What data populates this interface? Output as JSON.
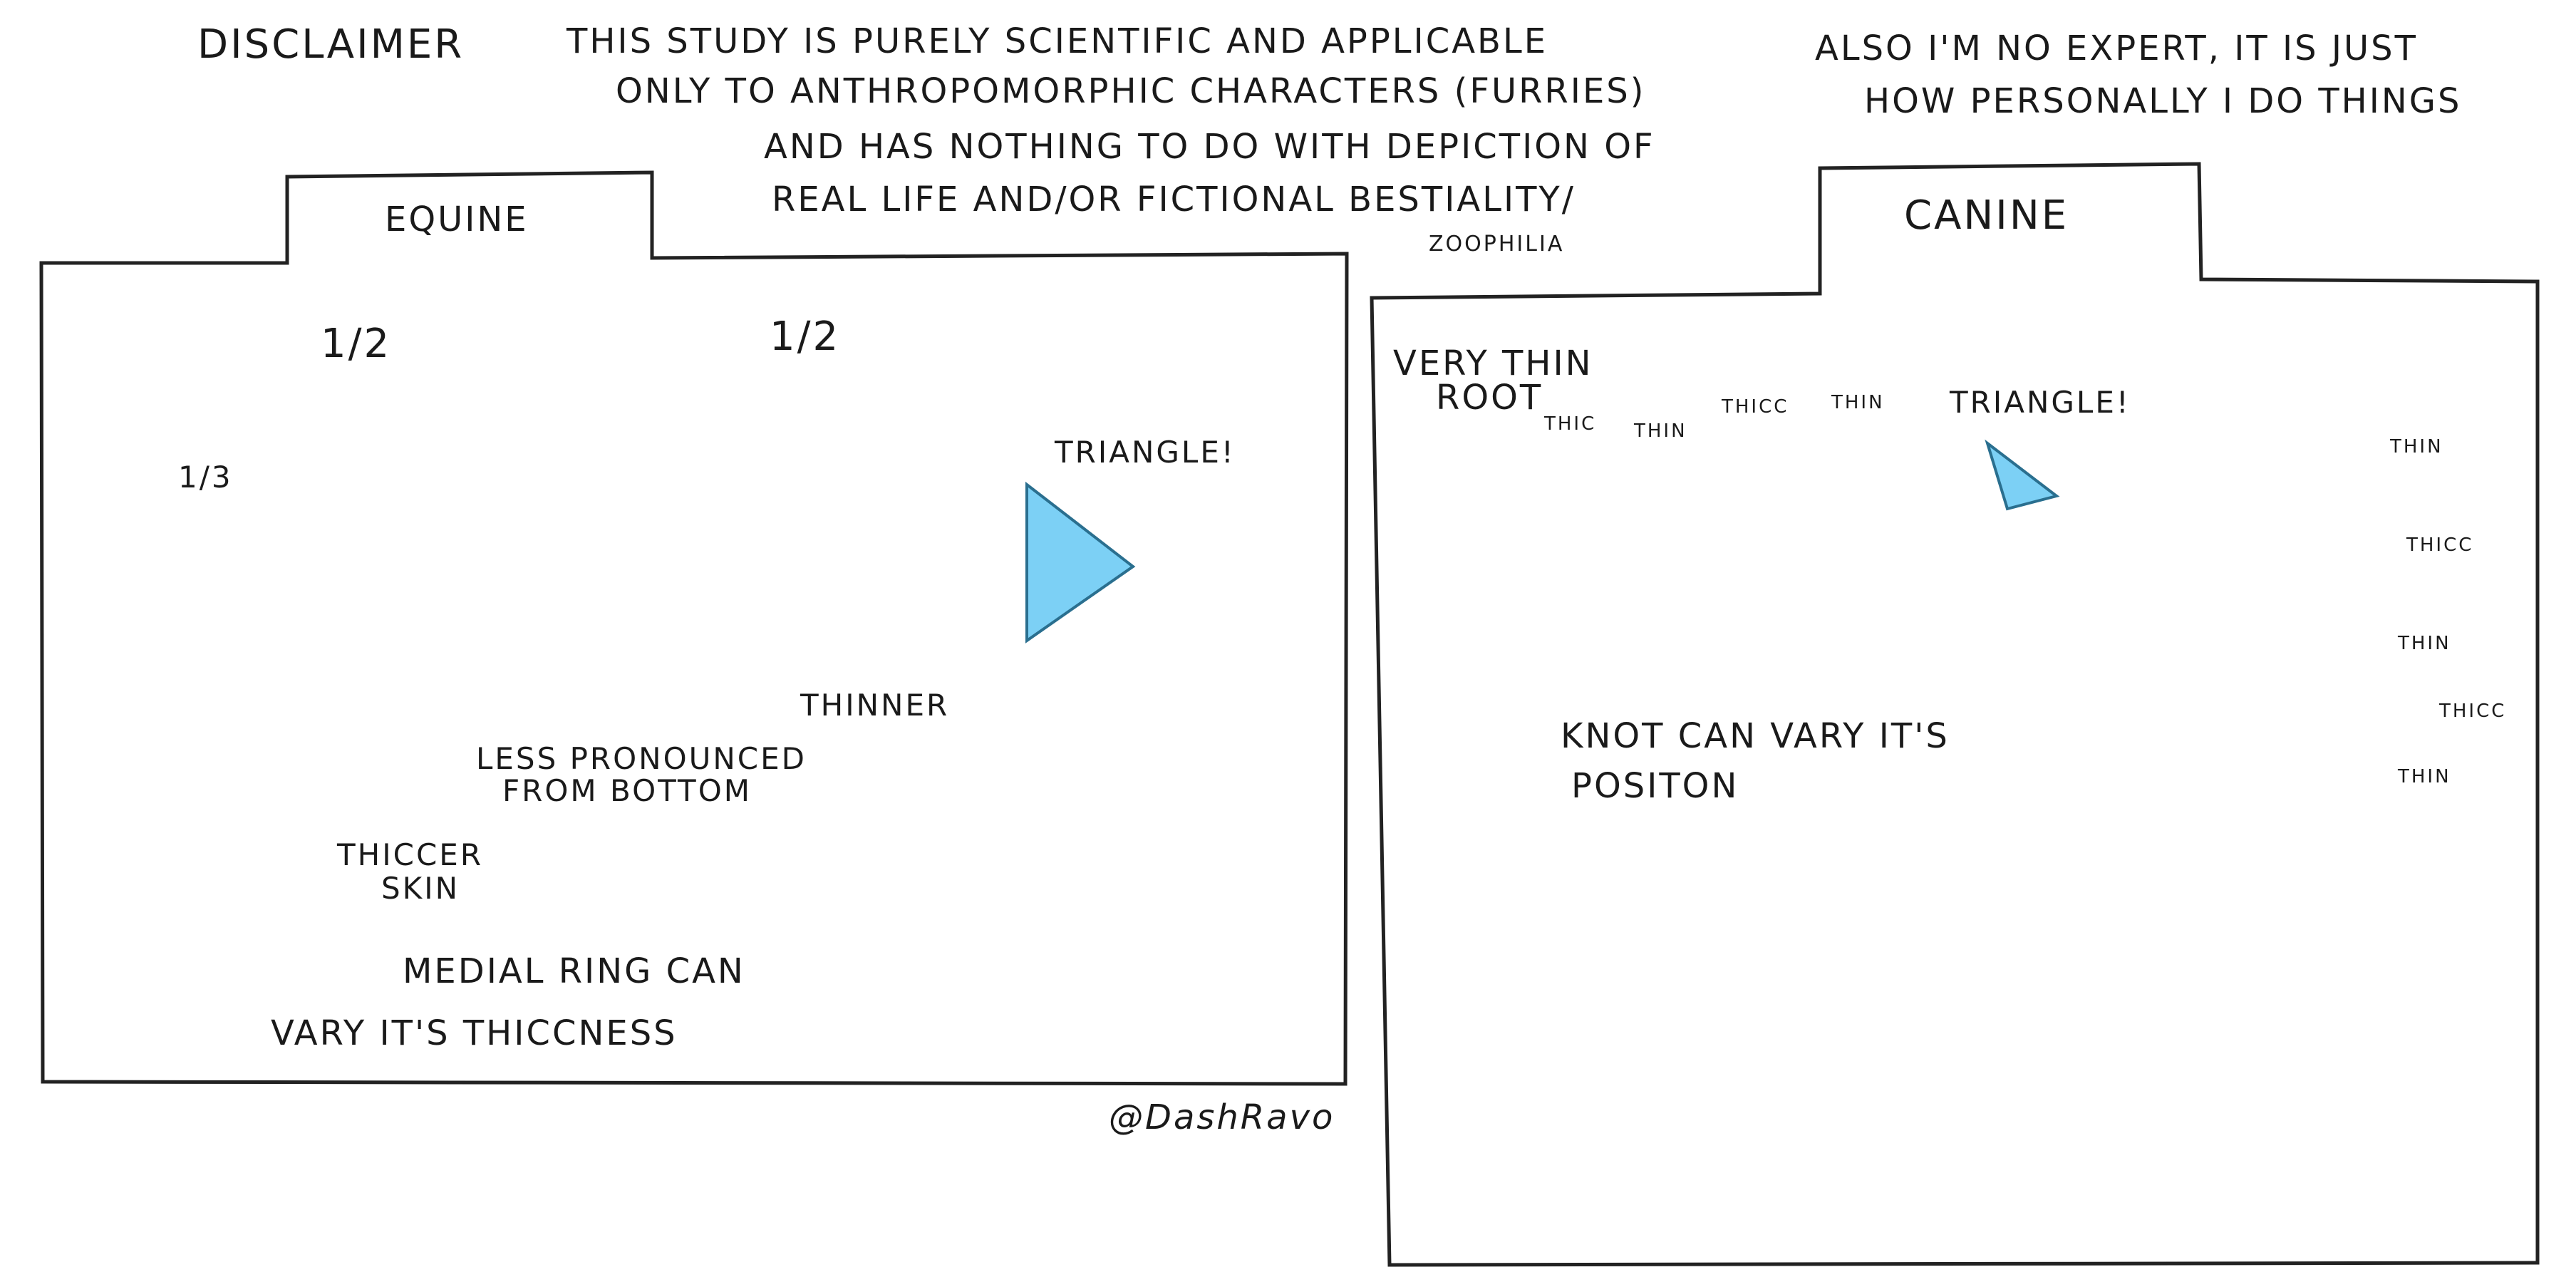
{
  "header": {
    "disclaimer_label": "Disclaimer",
    "disclaimer_lines": [
      "This study is purely scientific and applicable",
      "only to anthropomorphic characters (furries)",
      "and has nothing to do with depiction of",
      "real life and/or fictional bestiality/",
      "zoophilia"
    ],
    "note_lines": [
      "Also I'm no expert, it is just",
      "how personally I do things"
    ]
  },
  "equine": {
    "tab": "Equine",
    "labels": {
      "half_left": "1/2",
      "half_right": "1/2",
      "third": "1/3",
      "triangle": "Triangle!",
      "thinner": "Thinner",
      "less_pronounced_1": "Less pronounced",
      "less_pronounced_2": "from bottom",
      "thiccer_1": "Thiccer",
      "thiccer_2": "skin",
      "medial_1": "Medial ring can",
      "medial_2": "vary it's thiccness"
    },
    "accent": "#7cd0f5"
  },
  "canine": {
    "tab": "Canine",
    "labels": {
      "root_1": "Very thin",
      "root_2": "root",
      "thic": "thic",
      "thin1": "thin",
      "thicc": "thicc",
      "thin2": "thin",
      "triangle": "Triangle!",
      "knot_1": "Knot can vary it's",
      "knot_2": "positon",
      "side": [
        "thin",
        "thicc",
        "thin",
        "thicc",
        "thin"
      ]
    }
  },
  "signature": "@DashRavo"
}
